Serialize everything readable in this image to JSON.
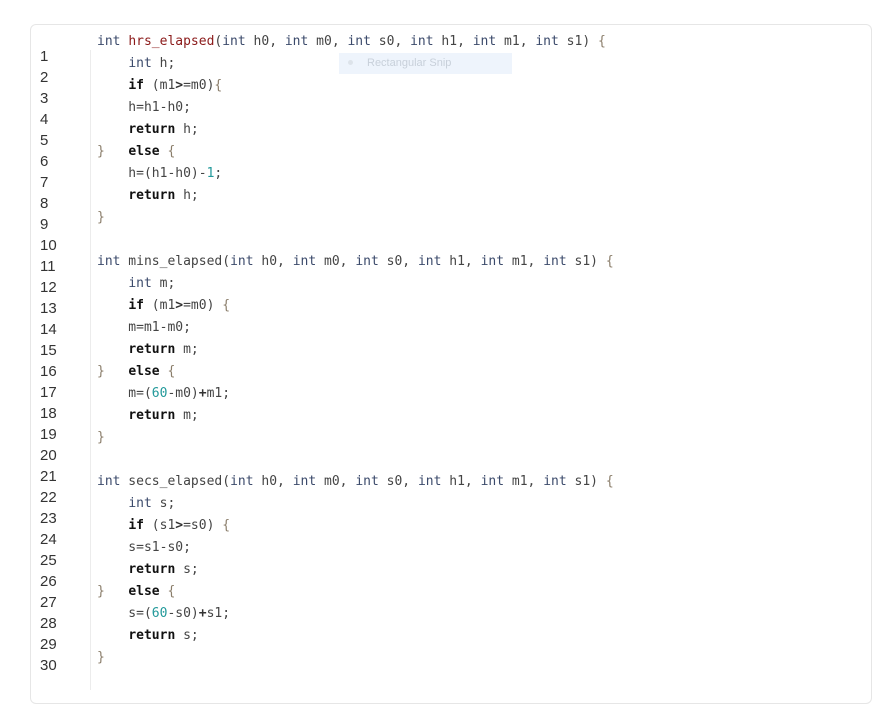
{
  "editor": {
    "line_numbers": [
      "1",
      "2",
      "3",
      "4",
      "5",
      "6",
      "7",
      "8",
      "9",
      "10",
      "11",
      "12",
      "13",
      "14",
      "15",
      "16",
      "17",
      "18",
      "19",
      "20",
      "21",
      "22",
      "23",
      "24",
      "25",
      "26",
      "27",
      "28",
      "29",
      "30"
    ],
    "code_lines": [
      {
        "tokens": [
          {
            "t": "int",
            "c": "kw-type"
          },
          {
            "t": " ",
            "c": "plain"
          },
          {
            "t": "hrs_elapsed",
            "c": "fn-def"
          },
          {
            "t": "(",
            "c": "plain"
          },
          {
            "t": "int",
            "c": "kw-type"
          },
          {
            "t": " h0, ",
            "c": "plain"
          },
          {
            "t": "int",
            "c": "kw-type"
          },
          {
            "t": " m0, ",
            "c": "plain"
          },
          {
            "t": "int",
            "c": "kw-type"
          },
          {
            "t": " s0, ",
            "c": "plain"
          },
          {
            "t": "int",
            "c": "kw-type"
          },
          {
            "t": " h1, ",
            "c": "plain"
          },
          {
            "t": "int",
            "c": "kw-type"
          },
          {
            "t": " m1, ",
            "c": "plain"
          },
          {
            "t": "int",
            "c": "kw-type"
          },
          {
            "t": " s1) ",
            "c": "plain"
          },
          {
            "t": "{",
            "c": "brace"
          }
        ]
      },
      {
        "tokens": [
          {
            "t": "    ",
            "c": "plain"
          },
          {
            "t": "int",
            "c": "kw-type"
          },
          {
            "t": " h;",
            "c": "plain"
          }
        ]
      },
      {
        "tokens": [
          {
            "t": "    ",
            "c": "plain"
          },
          {
            "t": "if",
            "c": "kw"
          },
          {
            "t": " (m1",
            "c": "plain"
          },
          {
            "t": ">",
            "c": "op"
          },
          {
            "t": "=m0)",
            "c": "plain"
          },
          {
            "t": "{",
            "c": "brace"
          }
        ]
      },
      {
        "tokens": [
          {
            "t": "    h=h1-h0;",
            "c": "plain"
          }
        ]
      },
      {
        "tokens": [
          {
            "t": "    ",
            "c": "plain"
          },
          {
            "t": "return",
            "c": "kw"
          },
          {
            "t": " h;",
            "c": "plain"
          }
        ]
      },
      {
        "tokens": [
          {
            "t": "}",
            "c": "brace"
          },
          {
            "t": "   ",
            "c": "plain"
          },
          {
            "t": "else",
            "c": "kw"
          },
          {
            "t": " ",
            "c": "plain"
          },
          {
            "t": "{",
            "c": "brace"
          }
        ]
      },
      {
        "tokens": [
          {
            "t": "    h=(h1-h0)-",
            "c": "plain"
          },
          {
            "t": "1",
            "c": "num"
          },
          {
            "t": ";",
            "c": "plain"
          }
        ]
      },
      {
        "tokens": [
          {
            "t": "    ",
            "c": "plain"
          },
          {
            "t": "return",
            "c": "kw"
          },
          {
            "t": " h;",
            "c": "plain"
          }
        ]
      },
      {
        "tokens": [
          {
            "t": "}",
            "c": "brace"
          }
        ]
      },
      {
        "tokens": [
          {
            "t": "",
            "c": "plain"
          }
        ]
      },
      {
        "tokens": [
          {
            "t": "int",
            "c": "kw-type"
          },
          {
            "t": " mins_elapsed(",
            "c": "plain"
          },
          {
            "t": "int",
            "c": "kw-type"
          },
          {
            "t": " h0, ",
            "c": "plain"
          },
          {
            "t": "int",
            "c": "kw-type"
          },
          {
            "t": " m0, ",
            "c": "plain"
          },
          {
            "t": "int",
            "c": "kw-type"
          },
          {
            "t": " s0, ",
            "c": "plain"
          },
          {
            "t": "int",
            "c": "kw-type"
          },
          {
            "t": " h1, ",
            "c": "plain"
          },
          {
            "t": "int",
            "c": "kw-type"
          },
          {
            "t": " m1, ",
            "c": "plain"
          },
          {
            "t": "int",
            "c": "kw-type"
          },
          {
            "t": " s1) ",
            "c": "plain"
          },
          {
            "t": "{",
            "c": "brace"
          }
        ]
      },
      {
        "tokens": [
          {
            "t": "    ",
            "c": "plain"
          },
          {
            "t": "int",
            "c": "kw-type"
          },
          {
            "t": " m;",
            "c": "plain"
          }
        ]
      },
      {
        "tokens": [
          {
            "t": "    ",
            "c": "plain"
          },
          {
            "t": "if",
            "c": "kw"
          },
          {
            "t": " (m1",
            "c": "plain"
          },
          {
            "t": ">",
            "c": "op"
          },
          {
            "t": "=m0) ",
            "c": "plain"
          },
          {
            "t": "{",
            "c": "brace"
          }
        ]
      },
      {
        "tokens": [
          {
            "t": "    m=m1-m0;",
            "c": "plain"
          }
        ]
      },
      {
        "tokens": [
          {
            "t": "    ",
            "c": "plain"
          },
          {
            "t": "return",
            "c": "kw"
          },
          {
            "t": " m;",
            "c": "plain"
          }
        ]
      },
      {
        "tokens": [
          {
            "t": "}",
            "c": "brace"
          },
          {
            "t": "   ",
            "c": "plain"
          },
          {
            "t": "else",
            "c": "kw"
          },
          {
            "t": " ",
            "c": "plain"
          },
          {
            "t": "{",
            "c": "brace"
          }
        ]
      },
      {
        "tokens": [
          {
            "t": "    m=(",
            "c": "plain"
          },
          {
            "t": "60",
            "c": "num"
          },
          {
            "t": "-m0)",
            "c": "plain"
          },
          {
            "t": "+",
            "c": "op"
          },
          {
            "t": "m1;",
            "c": "plain"
          }
        ]
      },
      {
        "tokens": [
          {
            "t": "    ",
            "c": "plain"
          },
          {
            "t": "return",
            "c": "kw"
          },
          {
            "t": " m;",
            "c": "plain"
          }
        ]
      },
      {
        "tokens": [
          {
            "t": "}",
            "c": "brace"
          }
        ]
      },
      {
        "tokens": [
          {
            "t": "",
            "c": "plain"
          }
        ]
      },
      {
        "tokens": [
          {
            "t": "int",
            "c": "kw-type"
          },
          {
            "t": " secs_elapsed(",
            "c": "plain"
          },
          {
            "t": "int",
            "c": "kw-type"
          },
          {
            "t": " h0, ",
            "c": "plain"
          },
          {
            "t": "int",
            "c": "kw-type"
          },
          {
            "t": " m0, ",
            "c": "plain"
          },
          {
            "t": "int",
            "c": "kw-type"
          },
          {
            "t": " s0, ",
            "c": "plain"
          },
          {
            "t": "int",
            "c": "kw-type"
          },
          {
            "t": " h1, ",
            "c": "plain"
          },
          {
            "t": "int",
            "c": "kw-type"
          },
          {
            "t": " m1, ",
            "c": "plain"
          },
          {
            "t": "int",
            "c": "kw-type"
          },
          {
            "t": " s1) ",
            "c": "plain"
          },
          {
            "t": "{",
            "c": "brace"
          }
        ]
      },
      {
        "tokens": [
          {
            "t": "    ",
            "c": "plain"
          },
          {
            "t": "int",
            "c": "kw-type"
          },
          {
            "t": " s;",
            "c": "plain"
          }
        ]
      },
      {
        "tokens": [
          {
            "t": "    ",
            "c": "plain"
          },
          {
            "t": "if",
            "c": "kw"
          },
          {
            "t": " (s1",
            "c": "plain"
          },
          {
            "t": ">",
            "c": "op"
          },
          {
            "t": "=s0) ",
            "c": "plain"
          },
          {
            "t": "{",
            "c": "brace"
          }
        ]
      },
      {
        "tokens": [
          {
            "t": "    s=s1-s0;",
            "c": "plain"
          }
        ]
      },
      {
        "tokens": [
          {
            "t": "    ",
            "c": "plain"
          },
          {
            "t": "return",
            "c": "kw"
          },
          {
            "t": " s;",
            "c": "plain"
          }
        ]
      },
      {
        "tokens": [
          {
            "t": "}",
            "c": "brace"
          },
          {
            "t": "   ",
            "c": "plain"
          },
          {
            "t": "else",
            "c": "kw"
          },
          {
            "t": " ",
            "c": "plain"
          },
          {
            "t": "{",
            "c": "brace"
          }
        ]
      },
      {
        "tokens": [
          {
            "t": "    s=(",
            "c": "plain"
          },
          {
            "t": "60",
            "c": "num"
          },
          {
            "t": "-s0)",
            "c": "plain"
          },
          {
            "t": "+",
            "c": "op"
          },
          {
            "t": "s1;",
            "c": "plain"
          }
        ]
      },
      {
        "tokens": [
          {
            "t": "    ",
            "c": "plain"
          },
          {
            "t": "return",
            "c": "kw"
          },
          {
            "t": " s;",
            "c": "plain"
          }
        ]
      },
      {
        "tokens": [
          {
            "t": "}",
            "c": "brace"
          }
        ]
      }
    ]
  },
  "overlay": {
    "snip_label": "Rectangular Snip",
    "snip_icon": "dot-icon"
  },
  "colors": {
    "type_keyword": "#3b4a6b",
    "control_keyword": "#111111",
    "function_name": "#8b1a1a",
    "number_literal": "#22999a",
    "brace": "#8a7d6a",
    "plain": "#444444",
    "border": "#e6e6e6"
  }
}
